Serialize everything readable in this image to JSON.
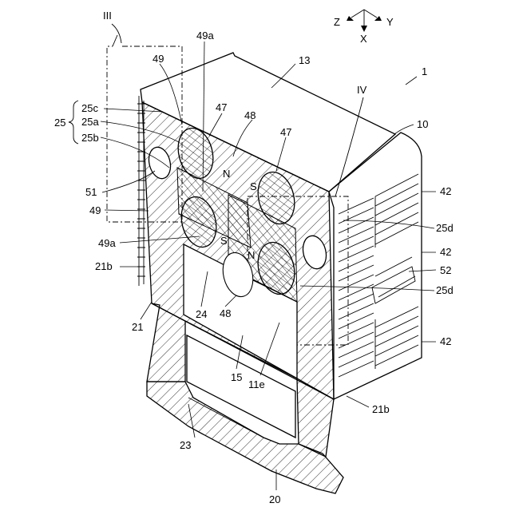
{
  "axes": {
    "z": "Z",
    "y": "Y",
    "x": "X"
  },
  "section_marks": {
    "iii": "III",
    "iv": "IV"
  },
  "labels": {
    "n1": "1",
    "n10": "10",
    "n13": "13",
    "n49a_top": "49a",
    "n49_top": "49",
    "n47_left": "47",
    "n48_top": "48",
    "n47_right": "47",
    "n25c": "25c",
    "n25": "25",
    "n25a": "25a",
    "n25b": "25b",
    "n51": "51",
    "n49_mid": "49",
    "n49a_mid": "49a",
    "n21b_left": "21b",
    "n21": "21",
    "n24": "24",
    "n48_bot": "48",
    "n15": "15",
    "n11e": "11e",
    "n23": "23",
    "n20": "20",
    "n21b_right": "21b",
    "n42_a": "42",
    "n25d_a": "25d",
    "n42_b": "42",
    "n52": "52",
    "n25d_b": "25d",
    "n42_c": "42"
  },
  "poles": {
    "n_upper": "N",
    "s_upper": "S",
    "s_lower": "S",
    "n_lower": "N"
  }
}
